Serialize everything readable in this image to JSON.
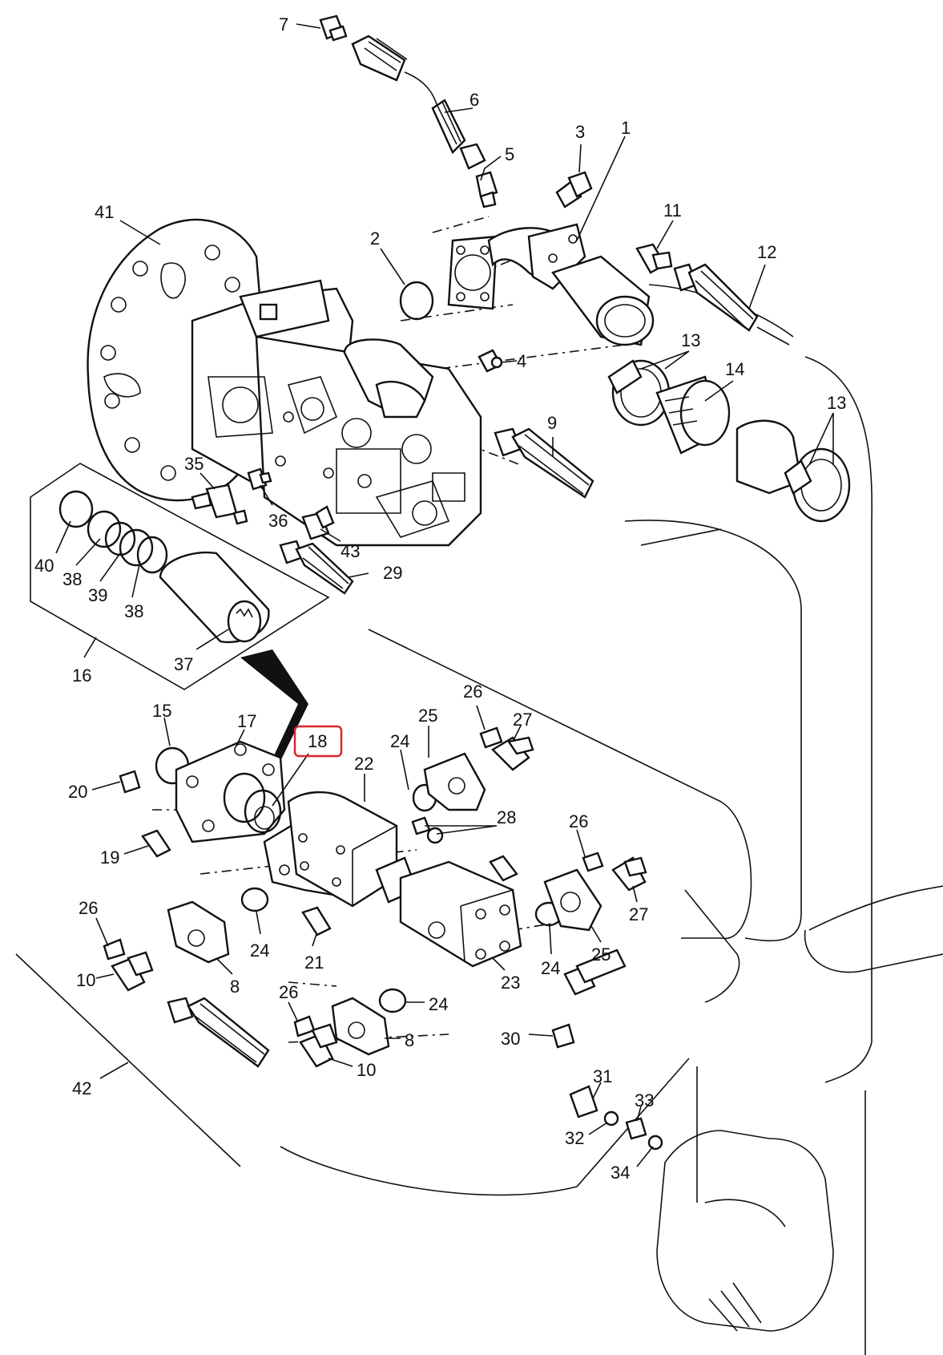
{
  "highlight": {
    "label": "18",
    "color": "#d9262c"
  },
  "callouts": [
    {
      "id": "c1",
      "label": "1"
    },
    {
      "id": "c2",
      "label": "2"
    },
    {
      "id": "c3",
      "label": "3"
    },
    {
      "id": "c4",
      "label": "4"
    },
    {
      "id": "c5",
      "label": "5"
    },
    {
      "id": "c6",
      "label": "6"
    },
    {
      "id": "c7",
      "label": "7"
    },
    {
      "id": "c8a",
      "label": "8"
    },
    {
      "id": "c8b",
      "label": "8"
    },
    {
      "id": "c9",
      "label": "9"
    },
    {
      "id": "c10a",
      "label": "10"
    },
    {
      "id": "c10b",
      "label": "10"
    },
    {
      "id": "c11",
      "label": "11"
    },
    {
      "id": "c12",
      "label": "12"
    },
    {
      "id": "c13a",
      "label": "13"
    },
    {
      "id": "c13b",
      "label": "13"
    },
    {
      "id": "c14",
      "label": "14"
    },
    {
      "id": "c15",
      "label": "15"
    },
    {
      "id": "c16",
      "label": "16"
    },
    {
      "id": "c17",
      "label": "17"
    },
    {
      "id": "c18",
      "label": "18"
    },
    {
      "id": "c19",
      "label": "19"
    },
    {
      "id": "c20",
      "label": "20"
    },
    {
      "id": "c21",
      "label": "21"
    },
    {
      "id": "c22",
      "label": "22"
    },
    {
      "id": "c23",
      "label": "23"
    },
    {
      "id": "c24a",
      "label": "24"
    },
    {
      "id": "c24b",
      "label": "24"
    },
    {
      "id": "c24c",
      "label": "24"
    },
    {
      "id": "c24d",
      "label": "24"
    },
    {
      "id": "c25a",
      "label": "25"
    },
    {
      "id": "c25b",
      "label": "25"
    },
    {
      "id": "c26a",
      "label": "26"
    },
    {
      "id": "c26b",
      "label": "26"
    },
    {
      "id": "c26c",
      "label": "26"
    },
    {
      "id": "c26d",
      "label": "26"
    },
    {
      "id": "c27a",
      "label": "27"
    },
    {
      "id": "c27b",
      "label": "27"
    },
    {
      "id": "c28",
      "label": "28"
    },
    {
      "id": "c29",
      "label": "29"
    },
    {
      "id": "c30",
      "label": "30"
    },
    {
      "id": "c31",
      "label": "31"
    },
    {
      "id": "c32",
      "label": "32"
    },
    {
      "id": "c33",
      "label": "33"
    },
    {
      "id": "c34",
      "label": "34"
    },
    {
      "id": "c35",
      "label": "35"
    },
    {
      "id": "c36",
      "label": "36"
    },
    {
      "id": "c37",
      "label": "37"
    },
    {
      "id": "c38a",
      "label": "38"
    },
    {
      "id": "c38b",
      "label": "38"
    },
    {
      "id": "c39",
      "label": "39"
    },
    {
      "id": "c40",
      "label": "40"
    },
    {
      "id": "c41",
      "label": "41"
    },
    {
      "id": "c42",
      "label": "42"
    },
    {
      "id": "c43",
      "label": "43"
    }
  ]
}
